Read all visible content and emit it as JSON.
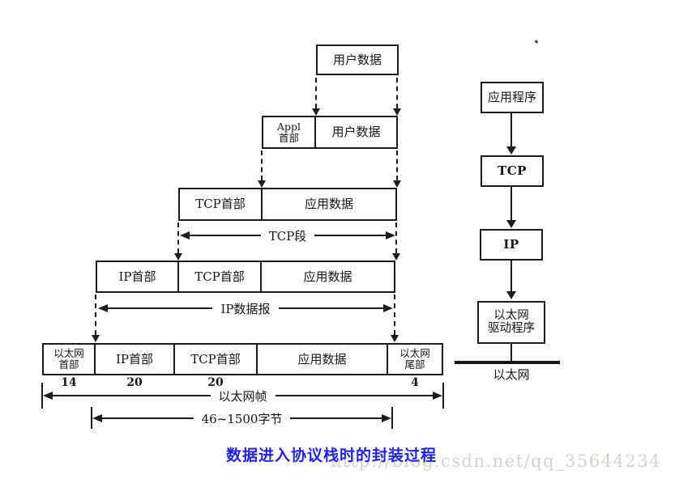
{
  "caption": {
    "text": "数据进入协议栈时的封装过程"
  },
  "watermark": {
    "text": "http://blog.csdn.net/qq_35644234"
  },
  "colors": {
    "line": "#1c1c1c",
    "caption_blue": "#2323d6",
    "watermark_gray": "#d6d3cd",
    "background": "#ffffff"
  },
  "encapsulation": {
    "row1": {
      "user_data": "用户数据"
    },
    "row2": {
      "appl_header_line1": "Appl",
      "appl_header_line2": "首部",
      "user_data": "用户数据"
    },
    "row3": {
      "tcp_header": "TCP首部",
      "app_data": "应用数据"
    },
    "row4": {
      "ip_header": "IP首部",
      "tcp_header": "TCP首部",
      "app_data": "应用数据"
    },
    "row5": {
      "eth_header_line1": "以太网",
      "eth_header_line2": "首部",
      "ip_header": "IP首部",
      "tcp_header": "TCP首部",
      "app_data": "应用数据",
      "eth_trailer_line1": "以太网",
      "eth_trailer_line2": "尾部"
    },
    "byte_sizes": {
      "eth_header": "14",
      "ip_header": "20",
      "tcp_header": "20",
      "eth_trailer": "4"
    },
    "measures": {
      "tcp_segment": "TCP段",
      "ip_datagram": "IP数据报",
      "ethernet_frame": "以太网帧",
      "frame_payload_range": "46~1500字节"
    }
  },
  "protocol_stack": {
    "application": "应用程序",
    "tcp": "TCP",
    "ip": "IP",
    "ethernet_driver_line1": "以太网",
    "ethernet_driver_line2": "驱动程序",
    "ethernet_bus": "以太网"
  }
}
